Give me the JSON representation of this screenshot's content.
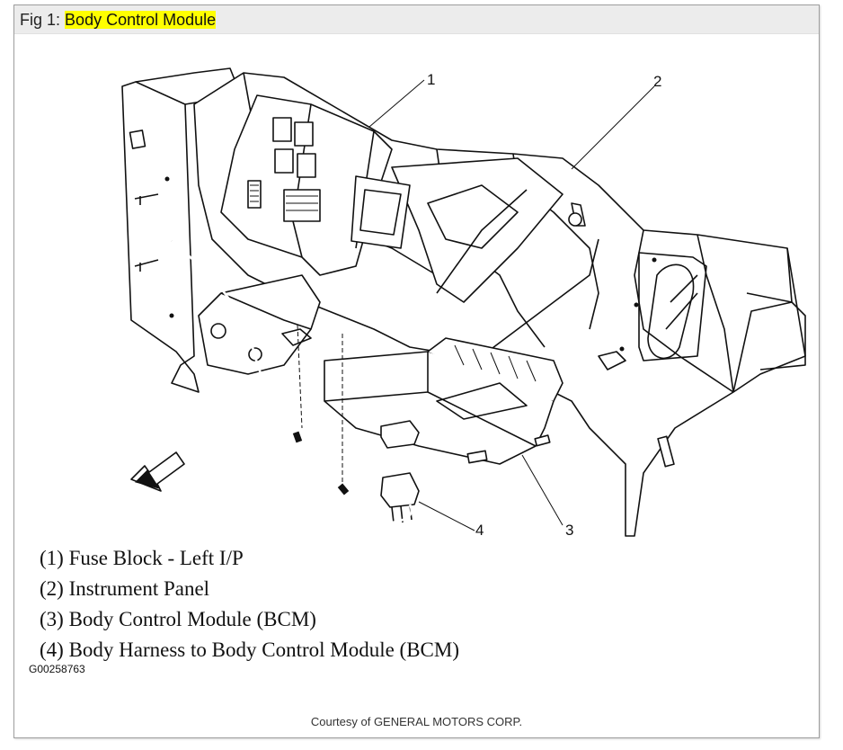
{
  "header": {
    "prefix": "Fig 1:",
    "highlight": "Body Control Module",
    "highlight_color": "#ffff00"
  },
  "callouts": [
    "1",
    "2",
    "3",
    "4"
  ],
  "legend": [
    "(1) Fuse Block - Left I/P",
    "(2) Instrument Panel",
    "(3) Body Control Module (BCM)",
    "(4) Body Harness to Body Control Module (BCM)"
  ],
  "figure_code": "G00258763",
  "courtesy": "Courtesy of GENERAL MOTORS CORP."
}
